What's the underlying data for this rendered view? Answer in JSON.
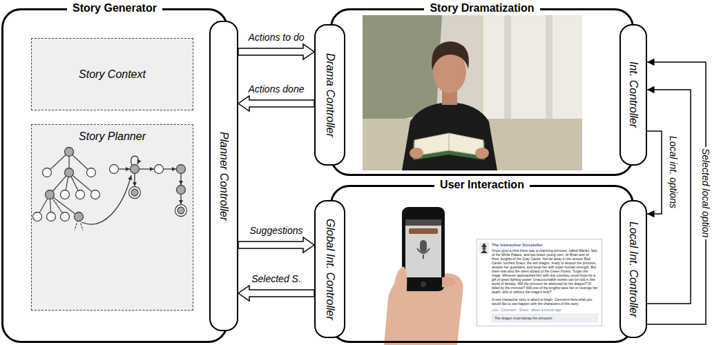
{
  "diagram": {
    "nodes": [
      {
        "text": [
          "Story Generator"
        ]
      },
      {
        "text": [
          "Story Context"
        ],
        "in": 0
      },
      {
        "text": [
          "Story Planner"
        ],
        "in": 0
      },
      {
        "text": [
          "Planner Controller"
        ],
        "in": 0
      },
      {
        "text": [
          "Story Dramatization"
        ]
      },
      {
        "text": [
          "Drama Controller"
        ],
        "in": 4
      },
      {
        "text": [
          "Int. Controller"
        ],
        "in": 4
      },
      {
        "text": [
          "User Interaction"
        ]
      },
      {
        "text": [
          "Global Int. Controller"
        ],
        "in": 7
      },
      {
        "text": [
          "Local Int. Controller"
        ],
        "in": 7
      }
    ],
    "edges": [
      {
        "from": 3,
        "to": 5,
        "label": "Actions to do",
        "arrow": "to"
      },
      {
        "from": 5,
        "to": 3,
        "label": "Actions done",
        "arrow": "to"
      },
      {
        "from": 3,
        "to": 8,
        "label": "Suggestions",
        "arrow": "to"
      },
      {
        "from": 8,
        "to": 3,
        "label": "Selected S.",
        "arrow": "to"
      },
      {
        "from": 6,
        "to": 9,
        "label": "Local int. options",
        "arrow": "to"
      },
      {
        "from": 9,
        "to": 6,
        "label": "Selected local option",
        "arrow": "to"
      },
      {
        "from": 9,
        "to": 6,
        "arrow": "to"
      }
    ],
    "labels": [
      "The Interactive Storyteller",
      "Once upon a time there was a charming princess, called Marian, lady of the White Palace, and two brave young men, sir Brian and sir Hoel, knights of the Gray Castle. Not far away in the sinister Red Castle, lurched Draco, the evil dragon, ready to assault the princess, despite her guardians, and keep her with super-human strength. But there was also the silent wizard of the Green Forest, Turjan the mage. Whoever approached him with due courtesy could hope for a gift of great fighting power. Unaccountable stories can be told in this world of fantasy. Will the princess be abducted by the dragon? Or killed by the monster? Will one of the knights save her or revenge her death, with or without the mage's help?",
      "A new interactive story is about to begin. Comment here what you would like to see happen with the characters of this story.",
      "Like · Comment · Share · about a minute ago",
      "The dragon must kidnap the princess!"
    ]
  }
}
